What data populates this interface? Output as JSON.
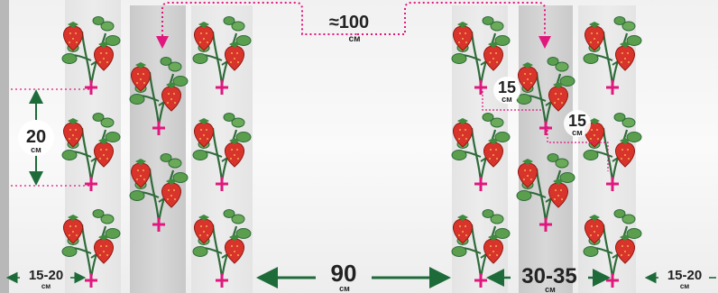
{
  "labels": {
    "top_distance": {
      "value": "≈100",
      "unit": "см"
    },
    "plant_spacing": {
      "value": "20",
      "unit": "см"
    },
    "diag_upper": {
      "value": "15",
      "unit": "см"
    },
    "diag_lower": {
      "value": "15",
      "unit": "см"
    },
    "left_edge": {
      "value": "15-20",
      "unit": "см"
    },
    "right_edge": {
      "value": "15-20",
      "unit": "см"
    },
    "path_width": {
      "value": "90",
      "unit": "см"
    },
    "row_width": {
      "value": "30-35",
      "unit": "см"
    }
  },
  "colors": {
    "marker": "#e0187e",
    "arrow": "#1e6b3a",
    "berry": "#d9342b",
    "leaf": "#5a9e4e",
    "stem": "#2f6b3a"
  },
  "icons": [
    "strawberry-plant-icon",
    "planting-point-marker-icon"
  ]
}
